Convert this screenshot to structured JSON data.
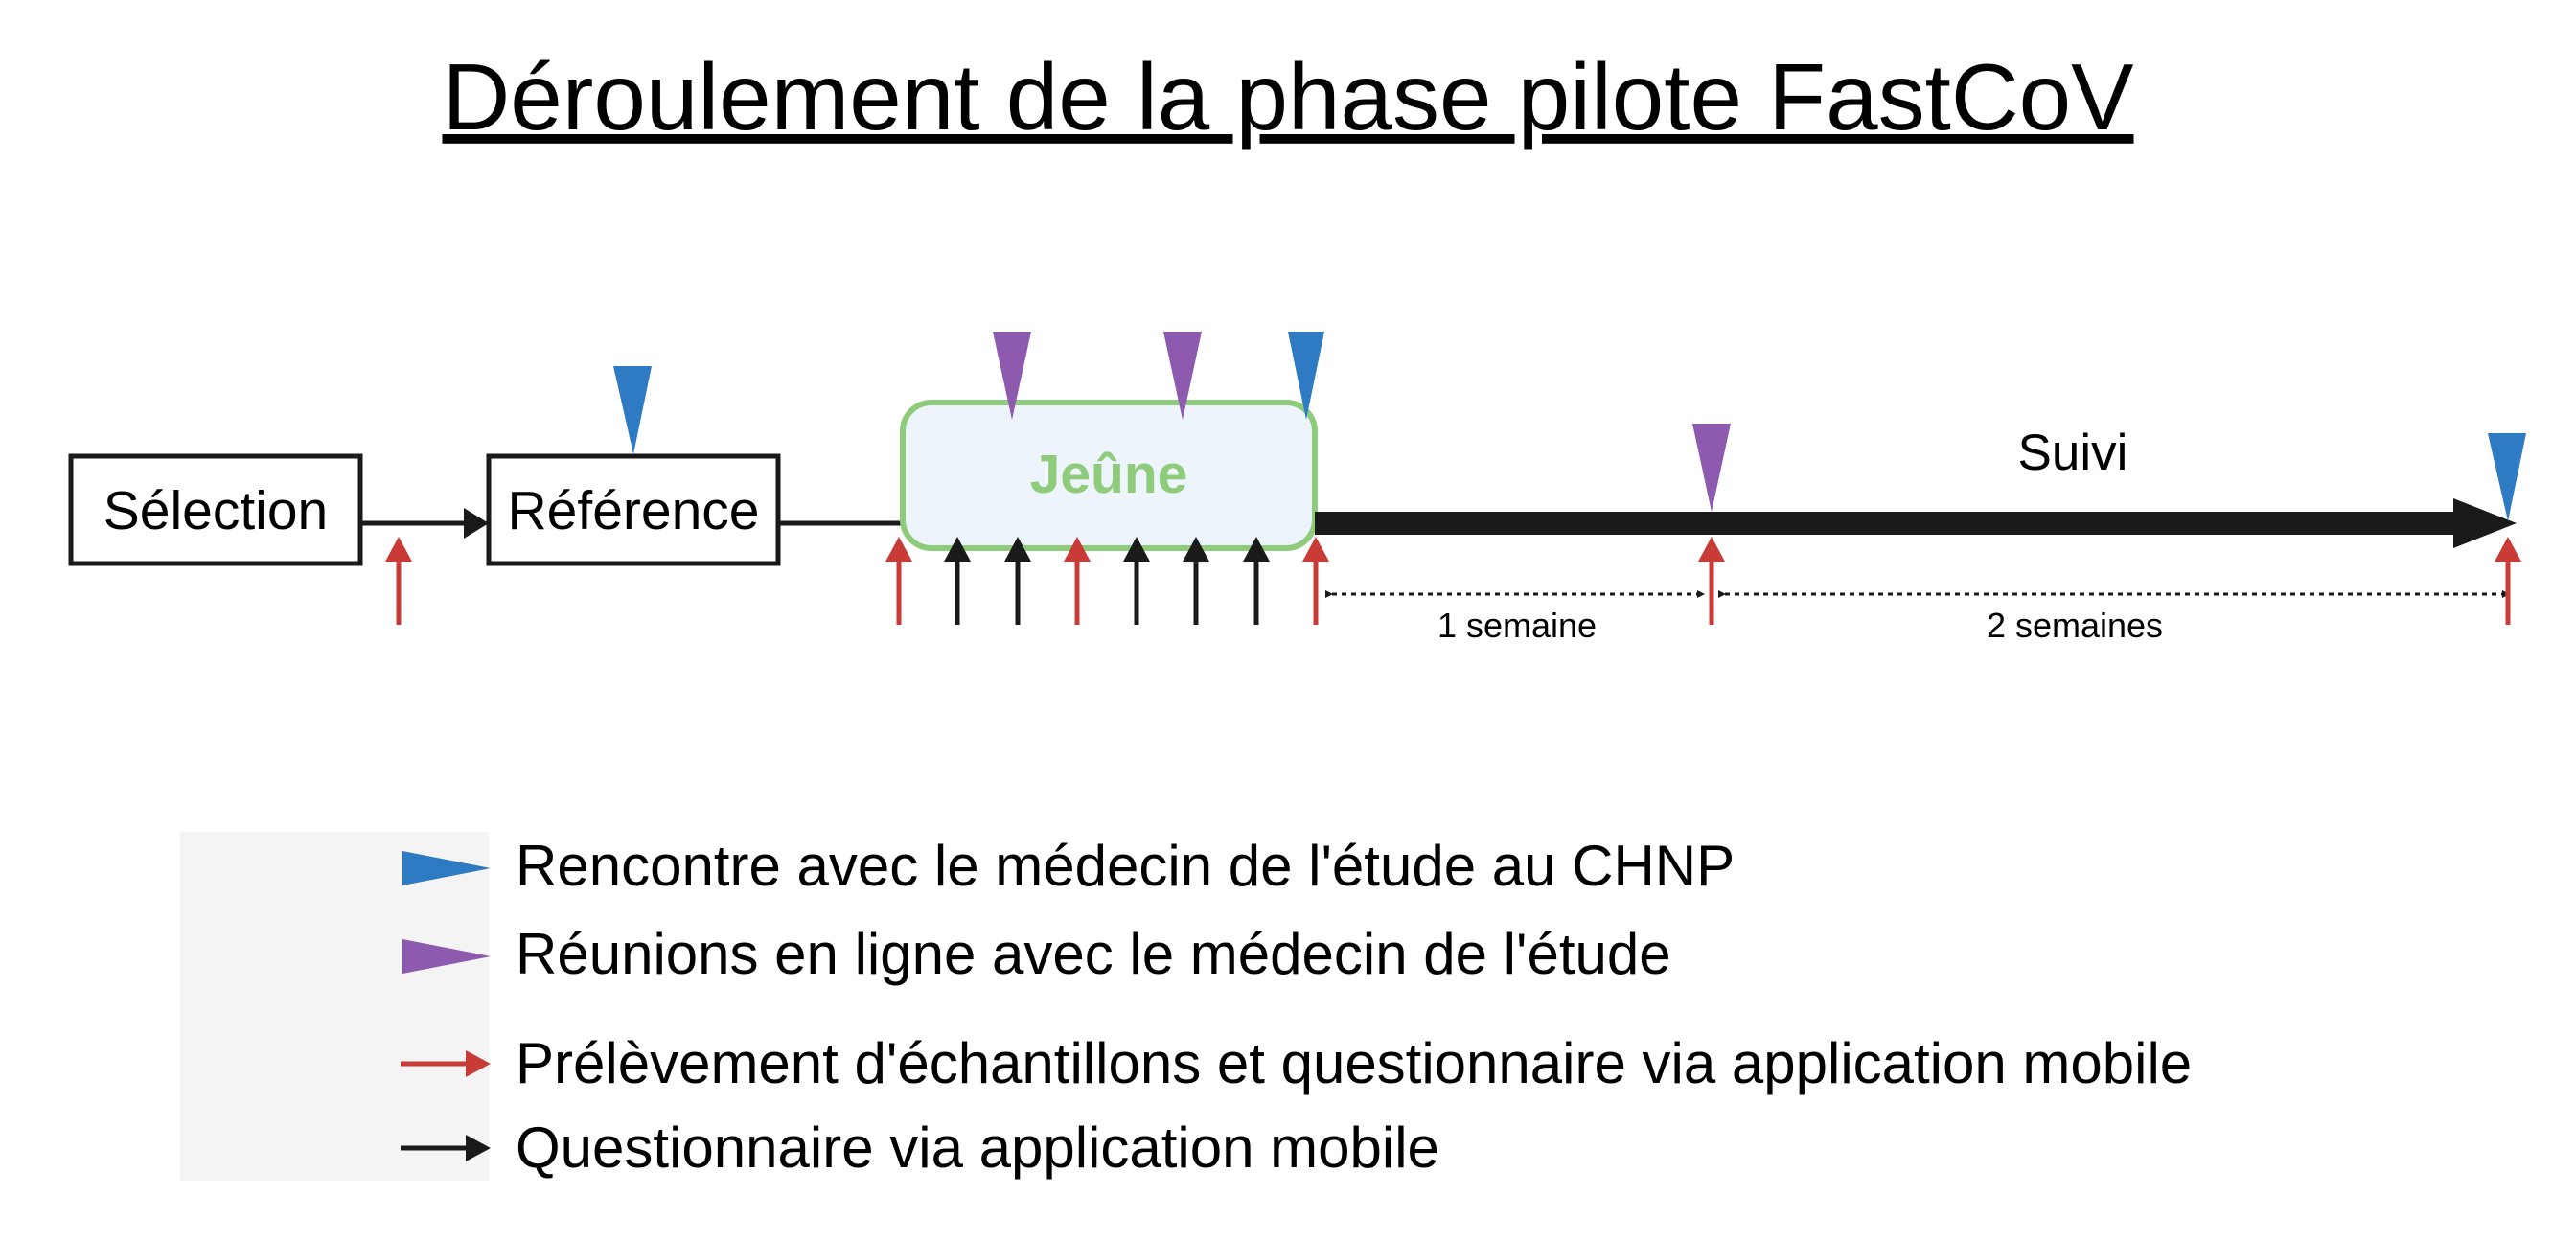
{
  "title": "Déroulement de la phase pilote FastCoV",
  "phases": {
    "selection": "Sélection",
    "reference": "Référence",
    "fasting": "Jeûne",
    "followup": "Suivi"
  },
  "durations": {
    "first": "1 semaine",
    "second": "2 semaines"
  },
  "legend": {
    "items": [
      {
        "icon": "blue-triangle-icon",
        "label": "Rencontre avec le médecin de l'étude au CHNP"
      },
      {
        "icon": "purple-triangle-icon",
        "label": "Réunions en ligne avec le médecin de l'étude"
      },
      {
        "icon": "red-arrow-icon",
        "label": "Prélèvement d'échantillons et questionnaire via application mobile"
      },
      {
        "icon": "black-arrow-icon",
        "label": "Questionnaire via application mobile"
      }
    ]
  },
  "colors": {
    "blue": "#2e7bc4",
    "purple": "#8e5ab0",
    "red": "#c93b37",
    "dark": "#1a1a1a",
    "fasting_border": "#8ecb7a",
    "fasting_fill": "#edf4fb",
    "fasting_text": "#8ecb7a",
    "legend_bg": "#f4f4f4"
  }
}
